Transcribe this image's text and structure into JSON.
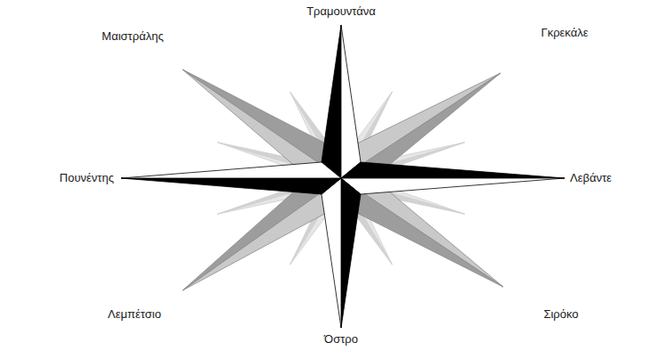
{
  "diagram": {
    "labels": [
      "Τραμουντάνα",
      "Γκρεκάλε",
      "Λεβάντε",
      "Σιρόκο",
      "Όστρο",
      "Λεμπέτσιο",
      "Πουνέντης",
      "Μαιστράλης"
    ]
  }
}
